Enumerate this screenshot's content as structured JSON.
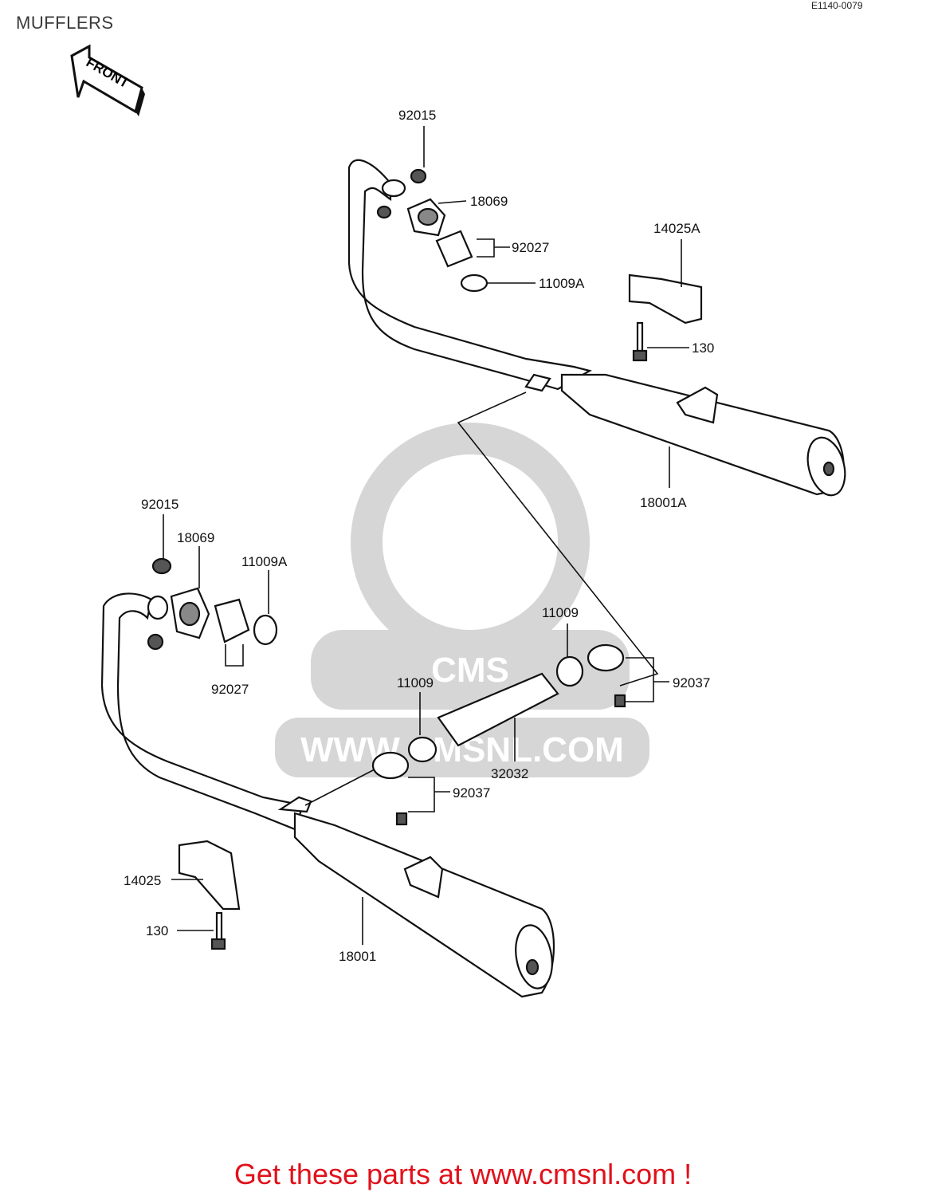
{
  "title": "MUFFLERS",
  "diagram_code": "E1140-0079",
  "front_arrow_label": "FRONT",
  "watermark": {
    "url": "WWW.CMSNL.COM",
    "logo": "CMS"
  },
  "callouts": {
    "upper": {
      "p92015": "92015",
      "p18069": "18069",
      "p92027": "92027",
      "p11009A": "11009A",
      "p14025A": "14025A",
      "p130": "130",
      "p18001A": "18001A"
    },
    "lower": {
      "p92015": "92015",
      "p18069": "18069",
      "p11009A": "11009A",
      "p92027": "92027",
      "p11009_right": "11009",
      "p11009_left": "11009",
      "p92037_right": "92037",
      "p32032": "32032",
      "p92037_left": "92037",
      "p14025": "14025",
      "p130": "130",
      "p18001": "18001"
    }
  },
  "footer_link": "Get these parts at www.cmsnl.com !"
}
